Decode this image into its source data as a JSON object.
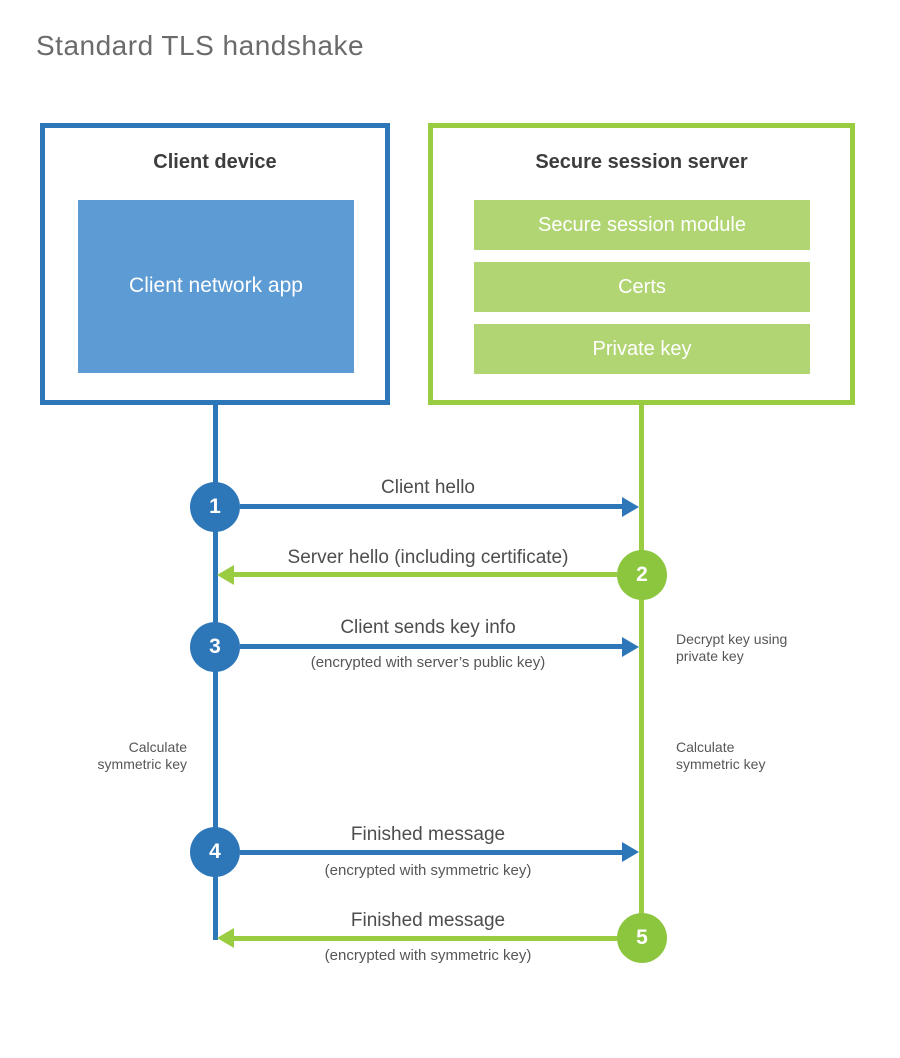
{
  "title": "Standard TLS handshake",
  "colors": {
    "blue_main": "#2d77b9",
    "blue_light": "#5c9bd3",
    "green_main": "#9acc42",
    "green_circle": "#8cc63f",
    "green_light": "#b1d573",
    "text_dark": "#3d3d3d",
    "text_gray": "#565656"
  },
  "client_box": {
    "title": "Client device",
    "app_label": "Client network app"
  },
  "server_box": {
    "title": "Secure session server",
    "modules": [
      "Secure session module",
      "Certs",
      "Private key"
    ]
  },
  "steps": [
    {
      "number": "1",
      "from": "client",
      "direction": "right",
      "label": "Client hello",
      "sublabel": ""
    },
    {
      "number": "2",
      "from": "server",
      "direction": "left",
      "label": "Server hello (including certificate)",
      "sublabel": ""
    },
    {
      "number": "3",
      "from": "client",
      "direction": "right",
      "label": "Client sends key info",
      "sublabel": "(encrypted with server’s public key)"
    },
    {
      "number": "4",
      "from": "client",
      "direction": "right",
      "label": "Finished message",
      "sublabel": "(encrypted with symmetric key)"
    },
    {
      "number": "5",
      "from": "server",
      "direction": "left",
      "label": "Finished message",
      "sublabel": "(encrypted with symmetric key)"
    }
  ],
  "annotations": {
    "decrypt_key": "Decrypt key using private key",
    "calculate_left": "Calculate symmetric key",
    "calculate_right": "Calculate symmetric key"
  }
}
